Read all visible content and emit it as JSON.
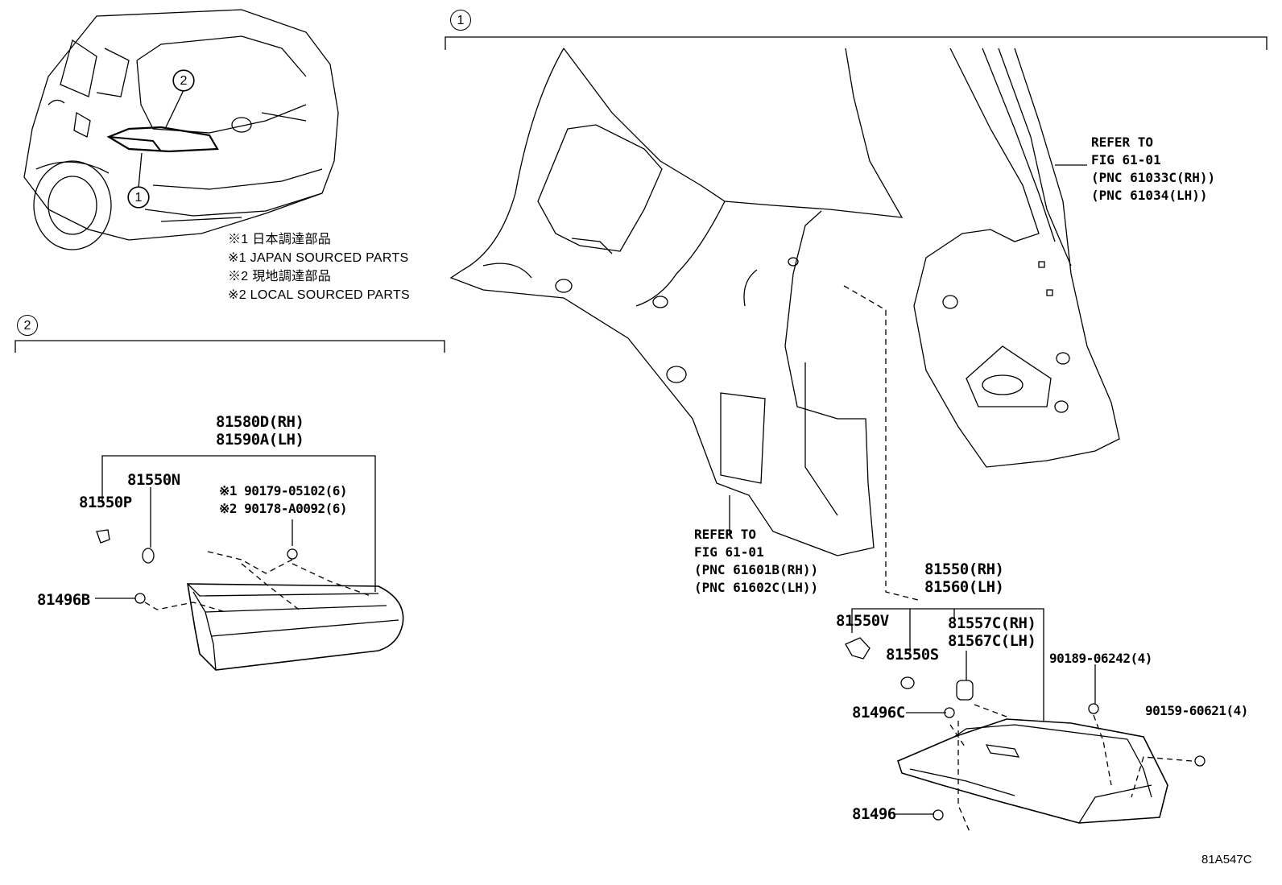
{
  "callouts": {
    "c1": "1",
    "c2": "2"
  },
  "notes": [
    "※1 日本調達部品",
    "※1 JAPAN SOURCED PARTS",
    "※2 現地調達部品",
    "※2 LOCAL SOURCED PARTS"
  ],
  "section2": {
    "assembly_rh": "81580D(RH)",
    "assembly_lh": "81590A(LH)",
    "p_81550N": "81550N",
    "p_81550P": "81550P",
    "p_screw1": "※1 90179-05102(6)",
    "p_screw2": "※2 90178-A0092(6)",
    "p_81496B": "81496B"
  },
  "section1": {
    "refer_upper": [
      "REFER TO",
      "FIG 61-01",
      "(PNC 61033C(RH))",
      "(PNC 61034(LH))"
    ],
    "refer_lower": [
      "REFER TO",
      "FIG 61-01",
      "(PNC 61601B(RH))",
      "(PNC 61602C(LH))"
    ],
    "assembly_rh": "81550(RH)",
    "assembly_lh": "81560(LH)",
    "p_81550V": "81550V",
    "p_81550S": "81550S",
    "p_81557C": "81557C(RH)",
    "p_81567C": "81567C(LH)",
    "p_90189": "90189-06242(4)",
    "p_90159": "90159-60621(4)",
    "p_81496C": "81496C",
    "p_81496": "81496"
  },
  "figure_code": "81A547C"
}
